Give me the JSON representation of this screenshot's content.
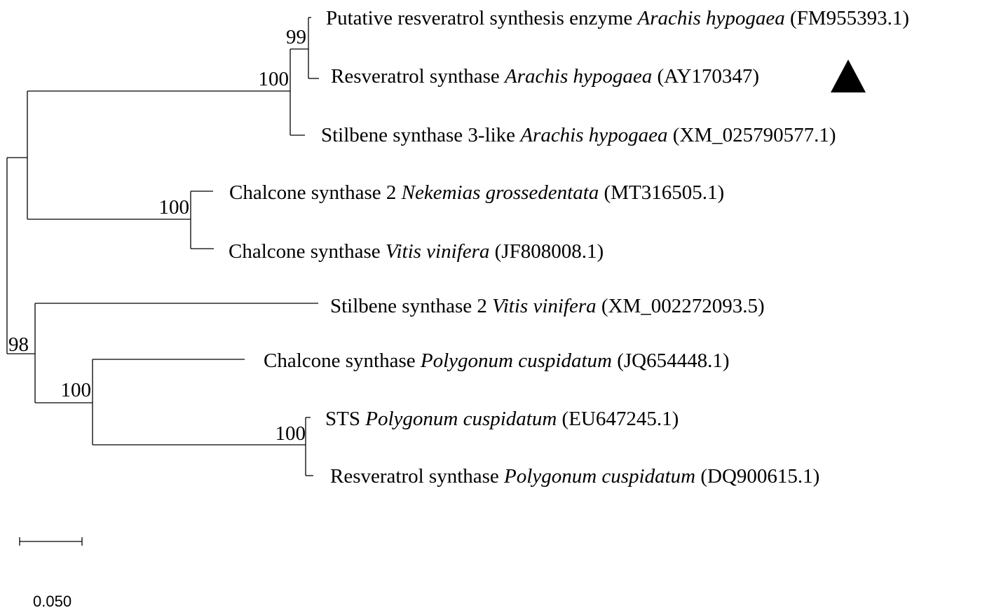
{
  "tree": {
    "leaves": [
      {
        "id": "fm955393",
        "prefix": "Putative resveratrol synthesis enzyme",
        "species": "Arachis hypogaea",
        "accession": "(FM955393.1)"
      },
      {
        "id": "ay170347",
        "prefix": "Resveratrol synthase",
        "species": "Arachis hypogaea",
        "accession": "(AY170347)",
        "marker": "triangle"
      },
      {
        "id": "xm025790577",
        "prefix": "Stilbene synthase 3-like",
        "species": "Arachis hypogaea",
        "accession": "(XM_025790577.1)"
      },
      {
        "id": "mt316505",
        "prefix": "Chalcone synthase 2",
        "species": "Nekemias grossedentata",
        "accession": "(MT316505.1)"
      },
      {
        "id": "jf808008",
        "prefix": "Chalcone synthase",
        "species": "Vitis vinifera",
        "accession": "(JF808008.1)"
      },
      {
        "id": "xm002272093",
        "prefix": "Stilbene synthase 2",
        "species": "Vitis vinifera",
        "accession": "(XM_002272093.5)"
      },
      {
        "id": "jq654448",
        "prefix": "Chalcone synthase",
        "species": "Polygonum cuspidatum",
        "accession": "(JQ654448.1)"
      },
      {
        "id": "eu647245",
        "prefix": "STS",
        "species": "Polygonum cuspidatum",
        "accession": "(EU647245.1)"
      },
      {
        "id": "dq900615",
        "prefix": "Resveratrol synthase",
        "species": "Polygonum cuspidatum",
        "accession": "(DQ900615.1)"
      }
    ],
    "support_values": {
      "arachis_pair": "99",
      "arachis_clade": "100",
      "chalcone_pair": "100",
      "polygonum_clade": "100",
      "polygonum_sts_pair": "100",
      "lower_clade": "98"
    }
  },
  "scale_bar": {
    "label": "0.050"
  },
  "colors": {
    "line": "#000000",
    "marker": "#000000",
    "background": "#ffffff"
  }
}
